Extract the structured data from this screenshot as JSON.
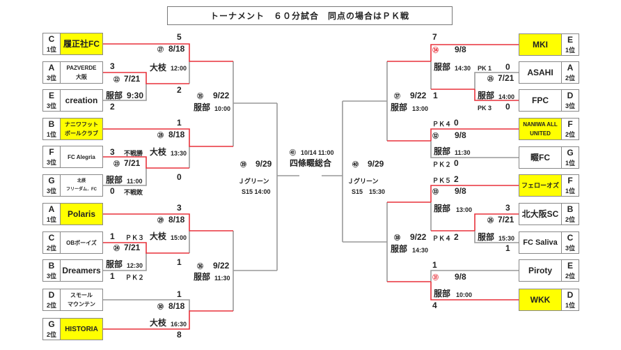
{
  "title": "トーナメント　６０分試合　同点の場合はＰＫ戦",
  "colors": {
    "winner_line": "#e8313a",
    "line": "#999999",
    "highlight": "#ffff00"
  },
  "left_teams": [
    {
      "group": "C",
      "rank": "1位",
      "name": "履正社FC",
      "highlight": true
    },
    {
      "group": "A",
      "rank": "3位",
      "name": "PAZVERDE\n大阪",
      "highlight": false
    },
    {
      "group": "E",
      "rank": "3位",
      "name": "creation",
      "highlight": false
    },
    {
      "group": "B",
      "rank": "1位",
      "name": "ナニワフット\nボールクラブ",
      "highlight": true
    },
    {
      "group": "F",
      "rank": "3位",
      "name": "FC Alegria",
      "highlight": false
    },
    {
      "group": "G",
      "rank": "3位",
      "name": "北摂\nフリーダム．FC",
      "highlight": false
    },
    {
      "group": "A",
      "rank": "1位",
      "name": "Polaris",
      "highlight": true
    },
    {
      "group": "C",
      "rank": "2位",
      "name": "OBボーイズ",
      "highlight": false
    },
    {
      "group": "B",
      "rank": "3位",
      "name": "Dreamers",
      "highlight": false
    },
    {
      "group": "D",
      "rank": "2位",
      "name": "スモール\nマウンテン",
      "highlight": false
    },
    {
      "group": "G",
      "rank": "2位",
      "name": "HISTORIA",
      "highlight": true
    }
  ],
  "right_teams": [
    {
      "group": "E",
      "rank": "1位",
      "name": "MKI",
      "highlight": true
    },
    {
      "group": "A",
      "rank": "2位",
      "name": "ASAHI",
      "highlight": false
    },
    {
      "group": "D",
      "rank": "3位",
      "name": "FPC",
      "highlight": false
    },
    {
      "group": "F",
      "rank": "2位",
      "name": "NANIWA ALL\nUNITED",
      "highlight": true
    },
    {
      "group": "G",
      "rank": "1位",
      "name": "畷FC",
      "highlight": false
    },
    {
      "group": "F",
      "rank": "1位",
      "name": "フェローオズ",
      "highlight": true
    },
    {
      "group": "B",
      "rank": "2位",
      "name": "北大阪SC",
      "highlight": false
    },
    {
      "group": "C",
      "rank": "3位",
      "name": "FC Saliva",
      "highlight": false
    },
    {
      "group": "E",
      "rank": "2位",
      "name": "Piroty",
      "highlight": false
    },
    {
      "group": "D",
      "rank": "1位",
      "name": "WKK",
      "highlight": true
    }
  ],
  "matches": {
    "m22": {
      "no": "㉒",
      "date": "7/21",
      "venue": "服部",
      "time": "9:30",
      "top": "3",
      "bottom": "2"
    },
    "m27": {
      "no": "㉗",
      "date": "8/18",
      "venue": "大枝",
      "time": "12:00",
      "top": "5",
      "bottom": "2"
    },
    "m23": {
      "no": "㉓",
      "date": "7/21",
      "venue": "服部",
      "time": "11:00",
      "top": "3",
      "bottom": "0",
      "top_note": "不戦勝",
      "bottom_note": "不戦敗"
    },
    "m28": {
      "no": "㉘",
      "date": "8/18",
      "venue": "大枝",
      "time": "13:30",
      "top": "1",
      "bottom": "0"
    },
    "m35": {
      "no": "㉟",
      "date": "9/22",
      "venue": "服部",
      "time": "10:00"
    },
    "m24": {
      "no": "㉔",
      "date": "7/21",
      "venue": "服部",
      "time": "12:30",
      "top": "1",
      "bottom": "1",
      "top_pk": "ＰＫ３",
      "bottom_pk": "ＰＫ２"
    },
    "m29": {
      "no": "㉙",
      "date": "8/18",
      "venue": "大枝",
      "time": "15:00",
      "top": "3",
      "bottom": "1"
    },
    "m30": {
      "no": "㉚",
      "date": "8/18",
      "venue": "大枝",
      "time": "16:30",
      "top": "1",
      "bottom": "8"
    },
    "m36": {
      "no": "㊱",
      "date": "9/22",
      "venue": "服部",
      "time": "11:30"
    },
    "m39": {
      "no": "㊴",
      "date": "9/29",
      "venue": "Ｊグリーン",
      "time": "S15 14:00"
    },
    "m41": {
      "no": "㊶",
      "datetime": "10/14 11:00",
      "venue": "四條畷総合"
    },
    "m40": {
      "no": "㊵",
      "date": "9/29",
      "venue": "Ｊグリーン",
      "time": "S15　15:30"
    },
    "m34": {
      "no": "㉞",
      "date": "9/8",
      "venue": "服部",
      "time": "14:30",
      "top": "7",
      "bottom": "1"
    },
    "m25": {
      "no": "㉕",
      "date": "7/21",
      "venue": "服部",
      "time": "14:00",
      "top": "0",
      "bottom": "0",
      "top_pk": "PK 1",
      "bottom_pk": "PK 3"
    },
    "m37": {
      "no": "㊲",
      "date": "9/22",
      "venue": "服部",
      "time": "13:00"
    },
    "m32": {
      "no": "㉜",
      "date": "9/8",
      "venue": "服部",
      "time": "11:30",
      "top": "0",
      "bottom": "0",
      "top_pk": "ＰＫ４",
      "bottom_pk": "ＰＫ２"
    },
    "m33": {
      "no": "㉝",
      "date": "9/8",
      "venue": "服部",
      "time": "13:00",
      "top": "2",
      "bottom": "2",
      "top_pk": "ＰＫ５",
      "bottom_pk": "ＰＫ４"
    },
    "m26": {
      "no": "㉖",
      "date": "7/21",
      "venue": "服部",
      "time": "15:30",
      "top": "3",
      "bottom": "1"
    },
    "m38": {
      "no": "㊳",
      "date": "9/22",
      "venue": "服部",
      "time": "14:30"
    },
    "m31": {
      "no": "㉛",
      "date": "9/8",
      "venue": "服部",
      "time": "10:00",
      "top": "1",
      "bottom": "4"
    }
  }
}
